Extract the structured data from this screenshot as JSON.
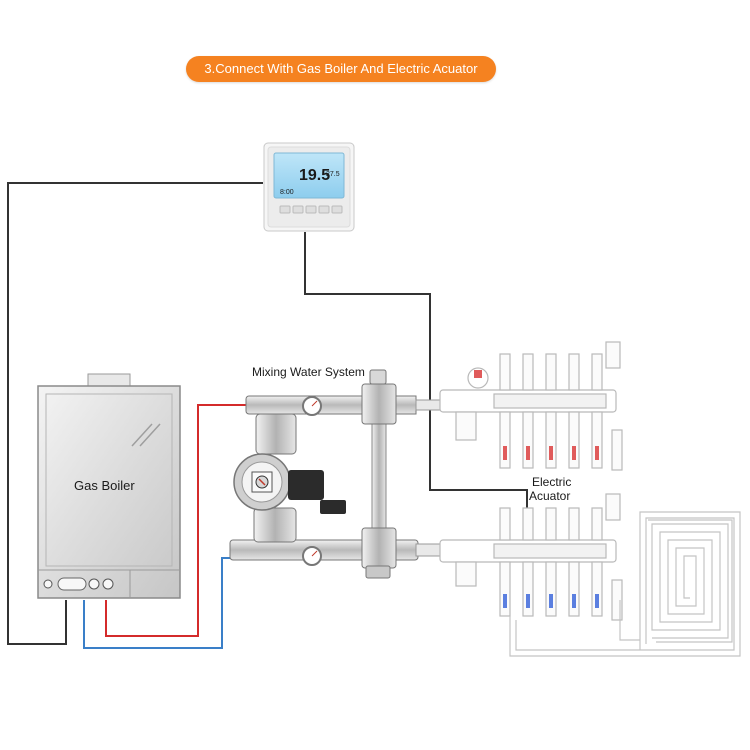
{
  "header": {
    "title": "3.Connect With Gas Boiler And Electric Acuator"
  },
  "thermostat": {
    "temperature": "19.5",
    "small_reading": "27.5",
    "clock": "8:00",
    "screen_color": "#9fd8f0"
  },
  "labels": {
    "boiler": "Gas Boiler",
    "mixing": "Mixing Water System",
    "actuator_line1": "Electric",
    "actuator_line2": "Acuator"
  },
  "colors": {
    "accent": "#f58220",
    "hot_pipe": "#d42b2b",
    "cold_pipe": "#3a7fc8",
    "wire": "#333333"
  }
}
